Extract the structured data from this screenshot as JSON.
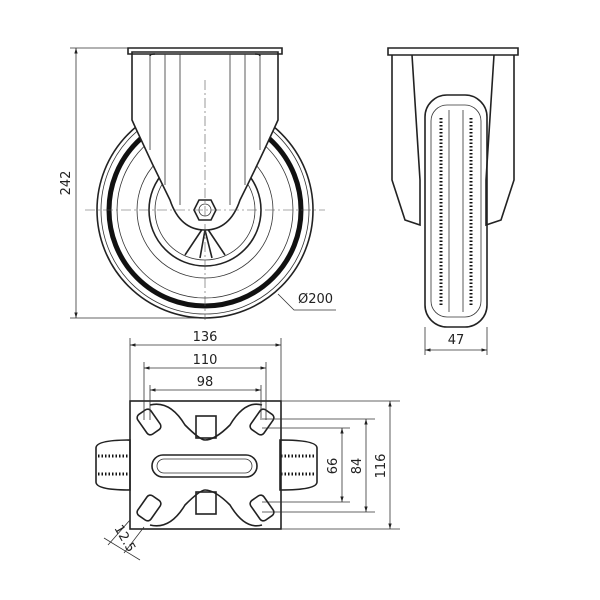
{
  "title": "Fixed castor dimensional drawing",
  "front_view": {
    "height_label": "242",
    "diameter_label": "Ø200"
  },
  "side_view": {
    "width_label": "47"
  },
  "top_view": {
    "plate_width_label": "136",
    "hole_spacing_outer_label": "110",
    "hole_spacing_inner_label": "98",
    "hole_spacing_v_inner_label": "66",
    "hole_spacing_v_outer_label": "84",
    "plate_length_label": "116",
    "slot_width_label": "12.5"
  },
  "colors": {
    "line": "#222222",
    "background": "#ffffff"
  }
}
